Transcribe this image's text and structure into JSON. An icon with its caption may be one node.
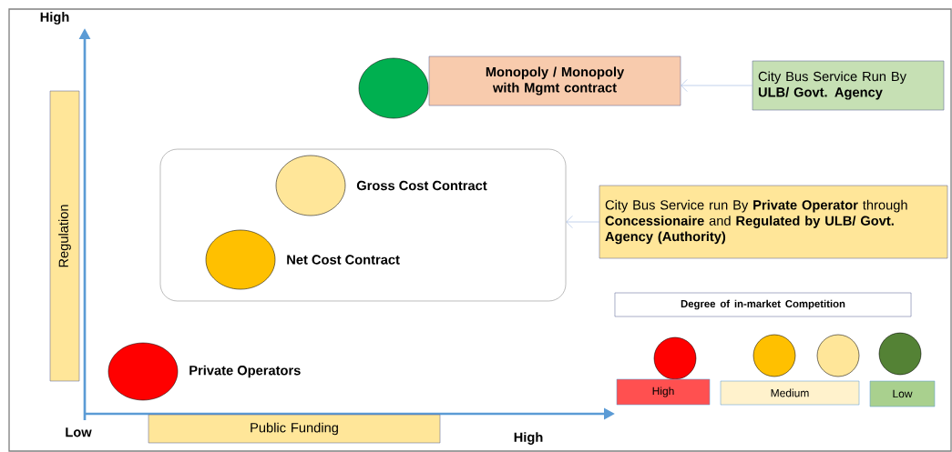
{
  "diagram": {
    "nodes": [
      {
        "text": [],
        "shape": "circle"
      },
      {
        "text": [
          "Monopoly / Monopoly with Mgmt contract"
        ]
      },
      {
        "text": [
          "City Bus Service Run By **ULB/ Govt. Agency**"
        ]
      },
      {
        "text": [],
        "shape": "box"
      },
      {
        "text": [],
        "shape": "circle",
        "in": 3,
        "beside": [
          "Gross Cost Contract"
        ]
      },
      {
        "text": [],
        "shape": "circle",
        "in": 3,
        "beside": [
          "Net Cost Contract"
        ]
      },
      {
        "text": [
          "City Bus Service run By **Private Operator** through **Concessionaire** and **Regulated by ULB/ Govt. Agency (Authority)**"
        ]
      },
      {
        "text": [],
        "shape": "circle",
        "beside": [
          "Private Operators"
        ]
      },
      {
        "text": [
          "Regulation"
        ]
      },
      {
        "text": [
          "Public Funding"
        ]
      },
      {
        "text": [
          "Degree of in-market Competition"
        ]
      }
    ],
    "edges": [
      {
        "from": 2,
        "to": 1,
        "arrow": "to"
      },
      {
        "from": 6,
        "to": 3,
        "arrow": "to"
      }
    ],
    "labels": [
      "High",
      "Low",
      "High"
    ],
    "legend": [
      {
        "text": "High",
        "color": "#ff5050"
      },
      {
        "text": "Medium",
        "color": "#fff2cc"
      },
      {
        "text": "Low",
        "color": "#a9d08e"
      }
    ]
  }
}
